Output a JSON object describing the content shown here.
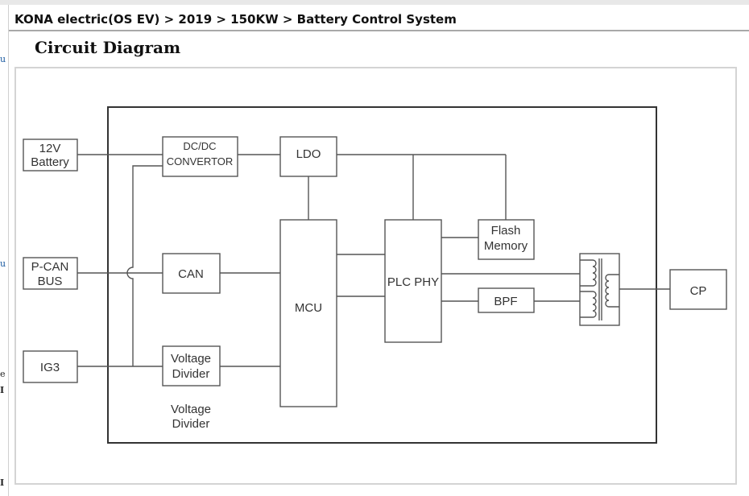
{
  "header": {
    "breadcrumb": "KONA electric(OS EV) > 2019 > 150KW > Battery Control System"
  },
  "page": {
    "title": "Circuit Diagram"
  },
  "diagram": {
    "external": {
      "battery": [
        "12V",
        "Battery"
      ],
      "pcan": [
        "P-CAN",
        "BUS"
      ],
      "ig3": "IG3",
      "cp": "CP"
    },
    "blocks": {
      "dcdc": [
        "DC/DC",
        "CONVERTOR"
      ],
      "ldo": "LDO",
      "can": "CAN",
      "vdiv": [
        "Voltage",
        "Divider"
      ],
      "mcu": "MCU",
      "plc": "PLC PHY",
      "flash": [
        "Flash",
        "Memory"
      ],
      "bpf": "BPF"
    },
    "caption": [
      "Voltage",
      "Divider"
    ],
    "components": [
      "transformer-icon"
    ]
  },
  "left_rail": {
    "marks": [
      "u",
      "u",
      "e",
      "I",
      "I"
    ]
  }
}
